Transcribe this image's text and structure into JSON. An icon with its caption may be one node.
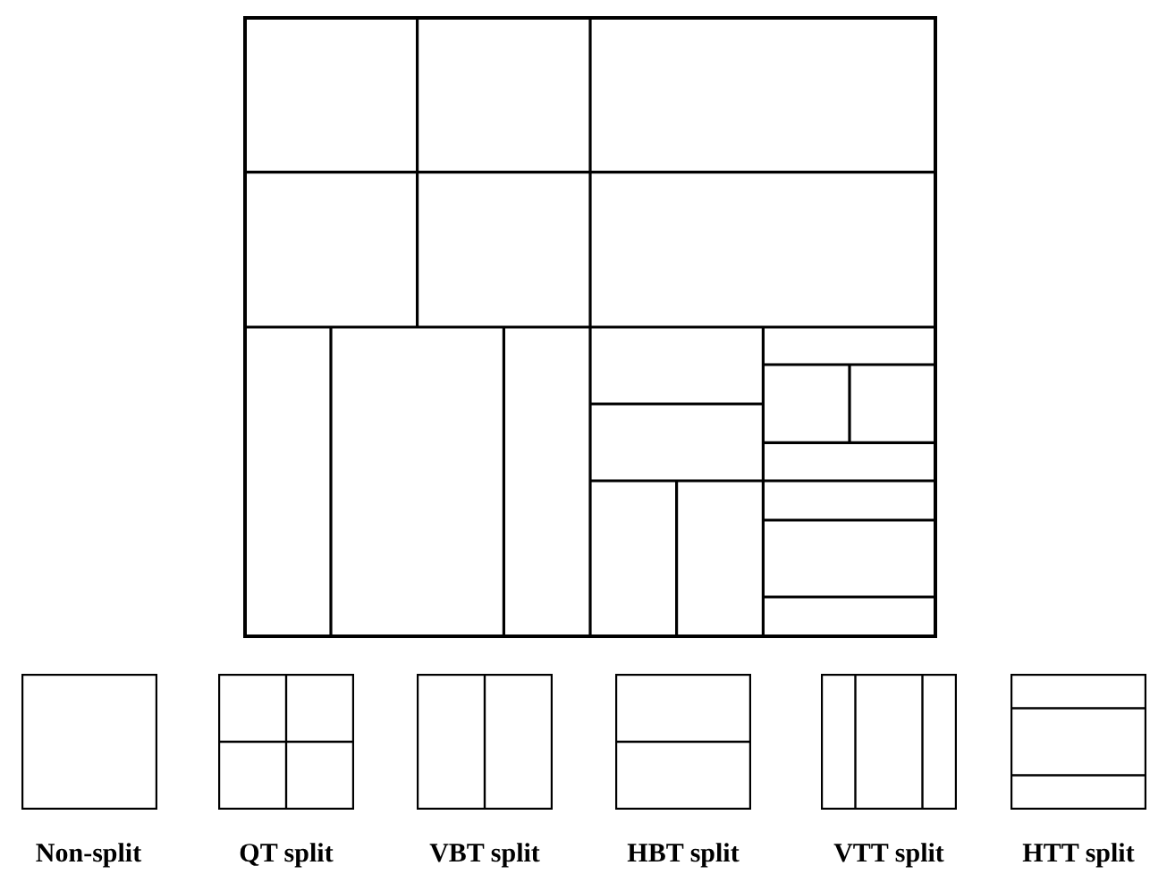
{
  "diagram": {
    "nodes": [
      {
        "text": [
          "Non-split"
        ]
      },
      {
        "text": [
          "QT split"
        ]
      },
      {
        "text": [
          "VBT split"
        ]
      },
      {
        "text": [
          "HBT split"
        ]
      },
      {
        "text": [
          "VTT split"
        ]
      },
      {
        "text": [
          "HTT split"
        ]
      }
    ]
  }
}
